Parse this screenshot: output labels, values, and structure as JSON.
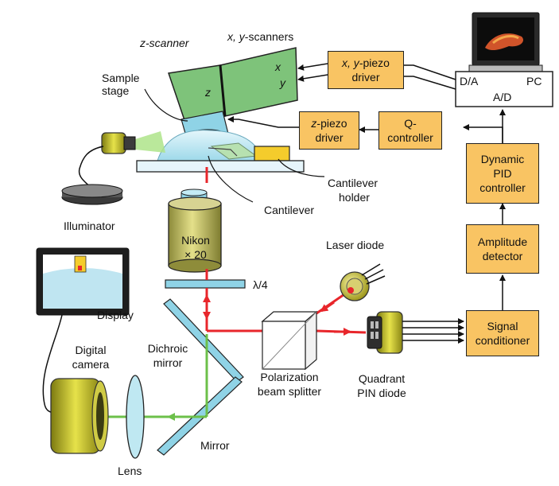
{
  "labels": {
    "z_scanner": "z-scanner",
    "xy_scanners_axes": "x, y",
    "xy_scanners_word": "-scanners",
    "sample_stage_1": "Sample",
    "sample_stage_2": "stage",
    "axis_x": "x",
    "axis_y": "y",
    "axis_z": "z",
    "illuminator": "Illuminator",
    "cantilever": "Cantilever",
    "cantilever_holder_1": "Cantilever",
    "cantilever_holder_2": "holder",
    "objective_1": "Nikon",
    "objective_2": "× 20",
    "lambda4": "λ/4",
    "laser_diode": "Laser diode",
    "display": "Display",
    "digital_camera_1": "Digital",
    "digital_camera_2": "camera",
    "dichroic_1": "Dichroic",
    "dichroic_2": "mirror",
    "pbs_1": "Polarization",
    "pbs_2": "beam splitter",
    "quadrant_1": "Quadrant",
    "quadrant_2": "PIN diode",
    "mirror": "Mirror",
    "lens": "Lens"
  },
  "blocks": {
    "xy_driver_1": "x, y-piezo",
    "xy_driver_2": "driver",
    "z_driver_1": "z-piezo",
    "z_driver_2": "driver",
    "q_controller_1": "Q-",
    "q_controller_2": "controller",
    "pid_1": "Dynamic",
    "pid_2": "PID",
    "pid_3": "controller",
    "amp_1": "Amplitude",
    "amp_2": "detector",
    "sig_1": "Signal",
    "sig_2": "conditioner"
  },
  "pc": {
    "da": "D/A",
    "pc": "PC",
    "ad": "A/D"
  },
  "colors": {
    "block_fill": "#f9c463",
    "scanner_green": "#7ec37a",
    "laser_red": "#e8262b",
    "light_green": "#6cc04a",
    "optic_blue": "#8fd3e6",
    "olive": "#c9c07a"
  }
}
